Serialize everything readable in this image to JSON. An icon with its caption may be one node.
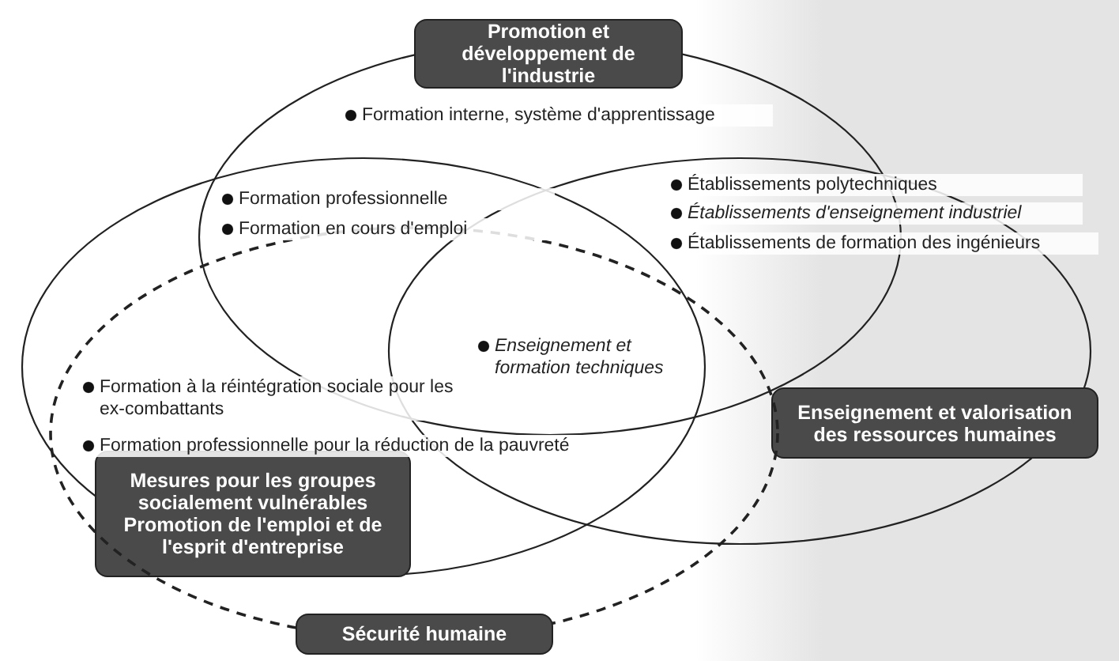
{
  "diagram": {
    "nodes": [
      {
        "text": [
          "Promotion et développement de l'industrie"
        ]
      },
      {
        "text": [
          "Mesures pour les groupes socialement vulnérables Promotion de l'emploi et de l'esprit d'entreprise"
        ]
      },
      {
        "text": [
          "Enseignement et valorisation des ressources humaines"
        ]
      },
      {
        "text": [
          "Sécurité humaine"
        ]
      }
    ],
    "labels": [
      "Formation interne, système d'apprentissage",
      "Formation professionnelle",
      "Formation en cours d'emploi",
      "Établissements polytechniques",
      "Établissements d'enseignement industriel",
      "Établissements de formation des ingénieurs",
      "Enseignement et formation techniques",
      "Formation à la réintégration sociale pour les ex-combattants",
      "Formation professionnelle pour la réduction de la pauvreté"
    ]
  }
}
